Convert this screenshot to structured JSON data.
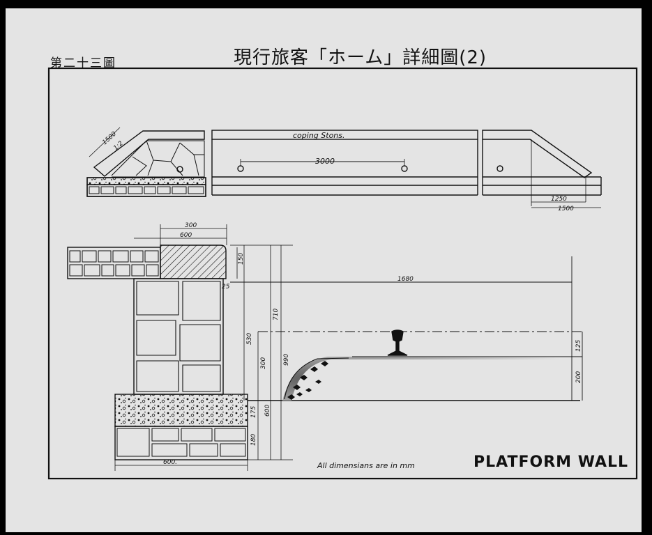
{
  "figure_label": "第二十三圖",
  "title": "現行旅客「ホーム」詳細圖(2)",
  "plan": {
    "coping_label": "coping Stons.",
    "spacing": "3000",
    "slope_length": "1500",
    "slope_ratio": "1:2",
    "end_inner": "1250",
    "end_outer": "1500"
  },
  "section": {
    "dim_top_300": "300",
    "dim_top_600": "600",
    "dim_150": "150",
    "dim_25": "25",
    "dim_1680": "1680",
    "dim_710": "710",
    "dim_990": "990",
    "dim_530": "530",
    "dim_300": "300",
    "dim_125": "125",
    "dim_200": "200",
    "dim_600": "600",
    "dim_175": "175",
    "dim_180": "180",
    "dim_base": "600."
  },
  "note": "All dimensians are in mm",
  "drawing_title": "PLATFORM WALL"
}
